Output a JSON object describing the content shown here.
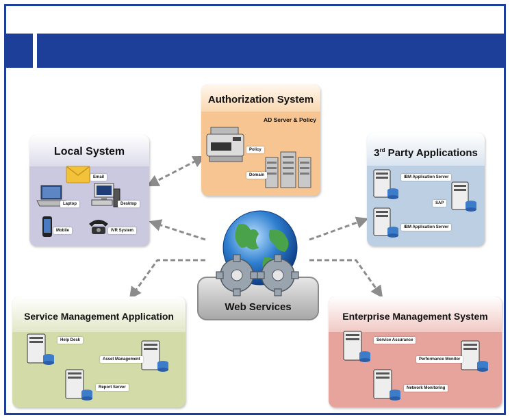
{
  "center": {
    "label": "Web Services"
  },
  "local_system": {
    "title": "Local System",
    "items": {
      "email": "Email",
      "laptop": "Laptop",
      "desktop": "Desktop",
      "mobile": "Mobile",
      "ivr": "IVR System"
    }
  },
  "authorization_system": {
    "title": "Authorization System",
    "subtitle": "AD Server & Policy",
    "items": {
      "policy": "Policy",
      "domain": "Domain"
    }
  },
  "third_party": {
    "title_prefix": "3",
    "title_sup": "rd",
    "title_rest": " Party Applications",
    "items": {
      "ibm1": "IBM Application Server",
      "sap": "SAP",
      "ibm2": "IBM Application Server"
    }
  },
  "service_management": {
    "title": "Service Management Application",
    "items": {
      "help_desk": "Help Desk",
      "asset_management": "Asset Management",
      "report_server": "Report Server"
    }
  },
  "enterprise_management": {
    "title": "Enterprise Management System",
    "items": {
      "service_assurance": "Service Assurance",
      "performance_monitor": "Performance Monitor",
      "network_monitoring": "Network Monitoring"
    }
  },
  "colors": {
    "frame": "#1e3f99",
    "local": "#cbc9e0",
    "auth": "#f7c591",
    "third_party": "#bdd0e3",
    "service_mgmt": "#d3dca8",
    "enterprise_mgmt": "#e7a49d",
    "connector": "#8c8c8c"
  }
}
